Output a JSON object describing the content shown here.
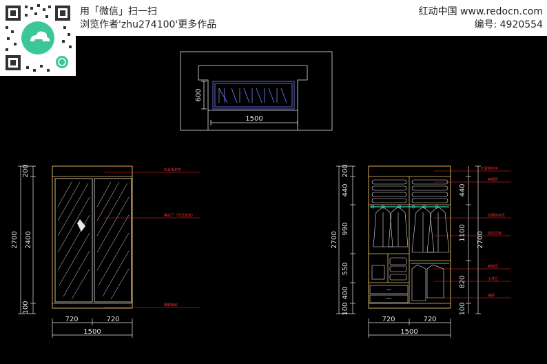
{
  "header": {
    "line1": "用「微信」扫一扫",
    "line2": "浏览作者'zhu274100'更多作品",
    "site": "红动中国 www.redocn.com",
    "code": "编号: 4920554"
  },
  "plan": {
    "depth": "600",
    "width": "1500"
  },
  "front": {
    "h_top": "200",
    "h_total": "2700",
    "h_door": "2400",
    "h_base": "100",
    "w_left": "720",
    "w_right": "720",
    "w_total": "1500",
    "callouts": [
      "石膏板封平",
      "推拉门（样式自选）",
      "踢脚板料"
    ]
  },
  "interior": {
    "h_top": "200",
    "h_shelf": "440",
    "h_hang": "990",
    "h_total": "2700",
    "h_mid": "550",
    "h_drawer": "400",
    "h_base": "100",
    "r_shelf": "440",
    "r_long": "1100",
    "r_short": "820",
    "r_base": "100",
    "w_left": "720",
    "w_right": "720",
    "w_total": "1500",
    "callouts": [
      "石膏板封平",
      "被褥区",
      "衣服挂衣区",
      "挂衣区域",
      "裤架区",
      "小件区",
      "抽屉"
    ]
  },
  "colors": {
    "background": "#000000",
    "line": "#e8e8e8",
    "cabinet": "#f0c060",
    "callout": "#ff2a2a",
    "rail": "#30d0c0"
  }
}
